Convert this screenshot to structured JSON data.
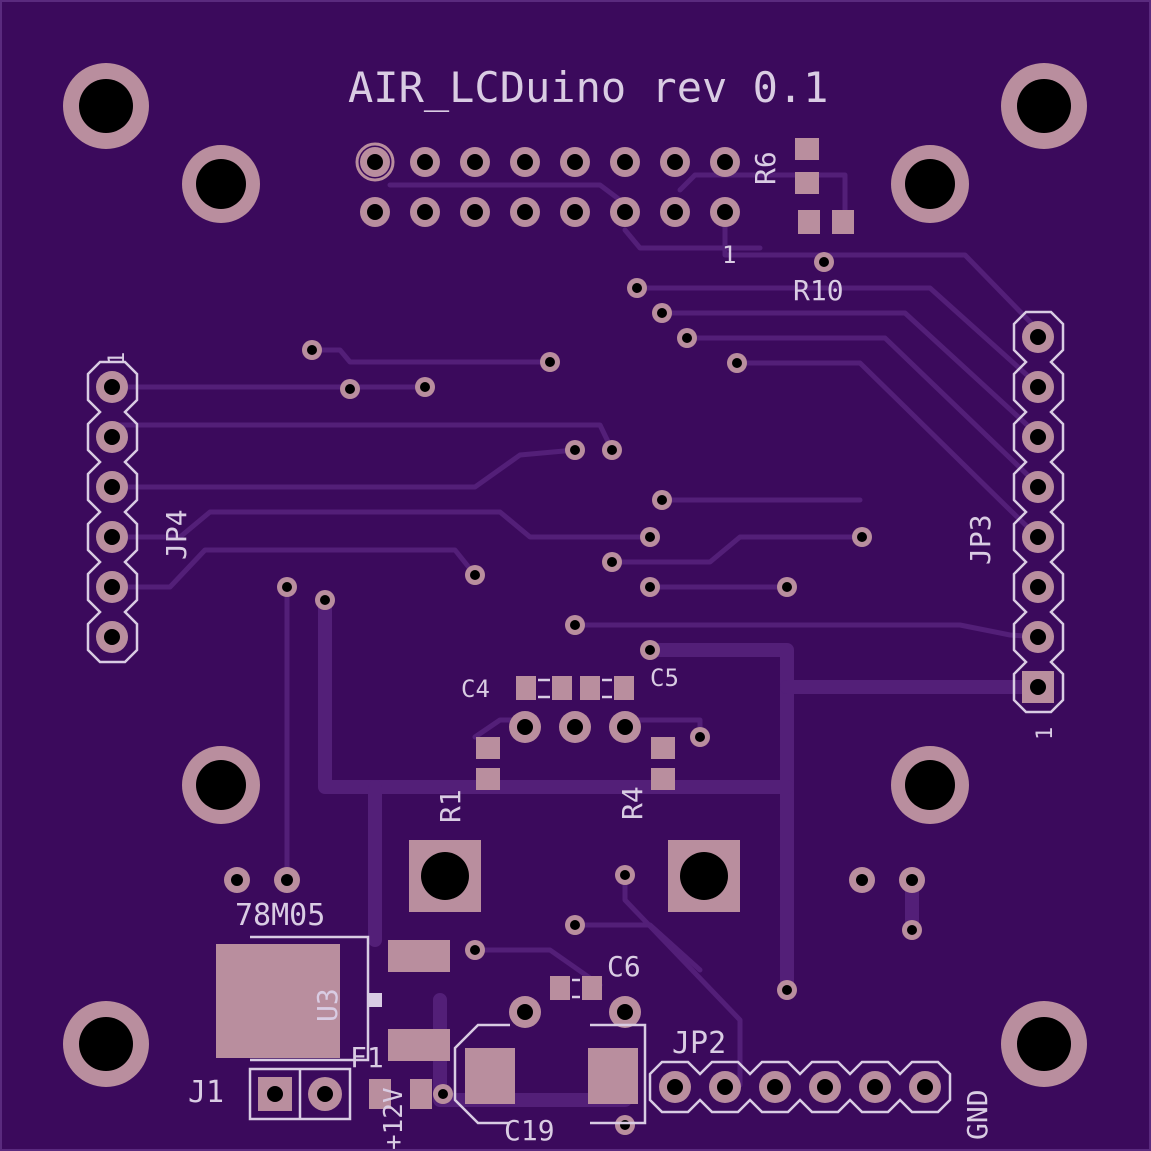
{
  "board": {
    "title": "AIR_LCDuino rev 0.1",
    "colors": {
      "substrate": "#3b0a5c",
      "trace": "#531f78",
      "copper": "#b98e9e",
      "silkscreen": "#d9cce3",
      "drill": "#000000"
    }
  },
  "labels": {
    "r6": "R6",
    "r10": "R10",
    "pin1_top": "1",
    "jp4": "JP4",
    "jp4_pin1": "1",
    "jp3": "JP3",
    "jp3_pin1": "1",
    "c4": "C4",
    "c5": "C5",
    "r1": "R1",
    "r4": "R4",
    "u3_value": "78M05",
    "u3": "U3",
    "f1": "F1",
    "j1": "J1",
    "plus12v": "+12V",
    "c6": "C6",
    "c19": "C19",
    "jp2": "JP2",
    "gnd": "GND"
  }
}
